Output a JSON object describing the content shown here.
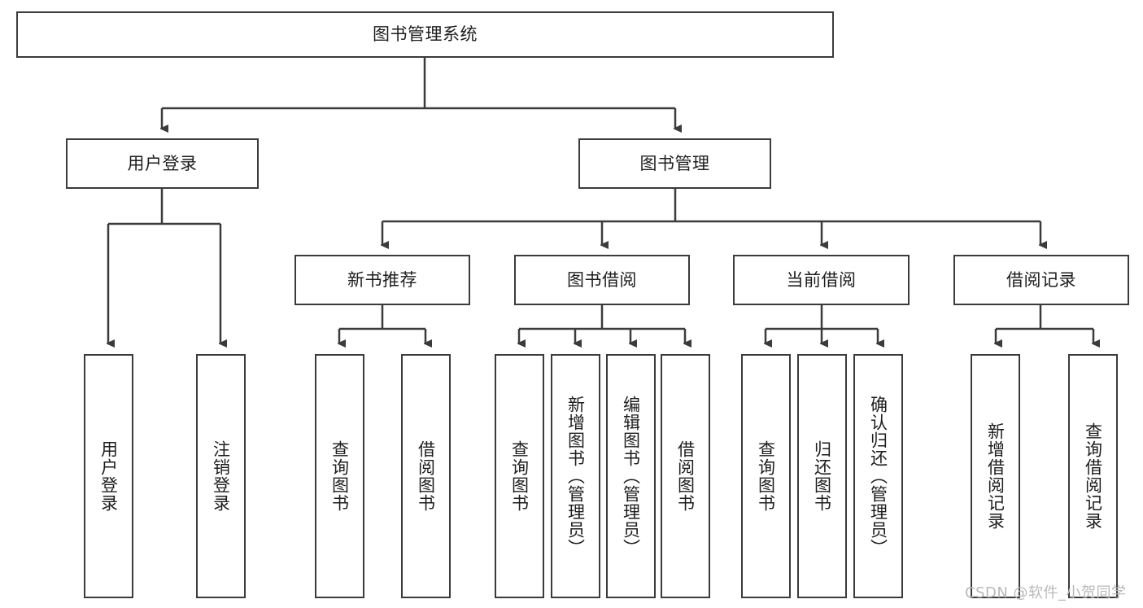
{
  "diagram": {
    "type": "tree-hierarchy-chart",
    "title": "图书管理系统",
    "root": {
      "id": "root",
      "label": "图书管理系统"
    },
    "level2": [
      {
        "id": "user-login",
        "label": "用户登录"
      },
      {
        "id": "book-manage",
        "label": "图书管理"
      }
    ],
    "level3": [
      {
        "id": "new-book-recommend",
        "label": "新书推荐",
        "parent": "book-manage"
      },
      {
        "id": "book-borrow",
        "label": "图书借阅",
        "parent": "book-manage"
      },
      {
        "id": "current-borrow",
        "label": "当前借阅",
        "parent": "book-manage"
      },
      {
        "id": "borrow-record",
        "label": "借阅记录",
        "parent": "book-manage"
      }
    ],
    "leaves": [
      {
        "id": "leaf-user-login",
        "label": "用户登录",
        "parent": "user-login"
      },
      {
        "id": "leaf-logout-login",
        "label": "注销登录",
        "parent": "user-login"
      },
      {
        "id": "leaf-query-book-1",
        "label": "查询图书",
        "parent": "new-book-recommend"
      },
      {
        "id": "leaf-borrow-book-1",
        "label": "借阅图书",
        "parent": "new-book-recommend"
      },
      {
        "id": "leaf-query-book-2",
        "label": "查询图书",
        "parent": "book-borrow"
      },
      {
        "id": "leaf-add-book",
        "label": "新增图书（管理员）",
        "parent": "book-borrow"
      },
      {
        "id": "leaf-edit-book",
        "label": "编辑图书（管理员）",
        "parent": "book-borrow"
      },
      {
        "id": "leaf-borrow-book-2",
        "label": "借阅图书",
        "parent": "book-borrow"
      },
      {
        "id": "leaf-query-book-3",
        "label": "查询图书",
        "parent": "current-borrow"
      },
      {
        "id": "leaf-return-book",
        "label": "归还图书",
        "parent": "current-borrow"
      },
      {
        "id": "leaf-confirm-return",
        "label": "确认归还（管理员）",
        "parent": "current-borrow"
      },
      {
        "id": "leaf-add-record",
        "label": "新增借阅记录",
        "parent": "borrow-record"
      },
      {
        "id": "leaf-query-record",
        "label": "查询借阅记录",
        "parent": "borrow-record"
      }
    ],
    "colors": {
      "box_border": "#3b3b3b",
      "box_fill": "#ffffff",
      "text": "#1d1d1d",
      "connector": "#3b3b3b",
      "watermark": "#b9b9b9"
    }
  },
  "watermark": {
    "text": "CSDN @软件_小贺同学"
  }
}
